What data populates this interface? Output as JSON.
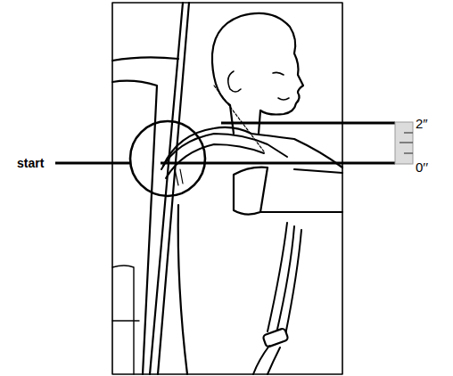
{
  "diagram": {
    "labels": [
      "start",
      "2″",
      "0′′"
    ]
  }
}
